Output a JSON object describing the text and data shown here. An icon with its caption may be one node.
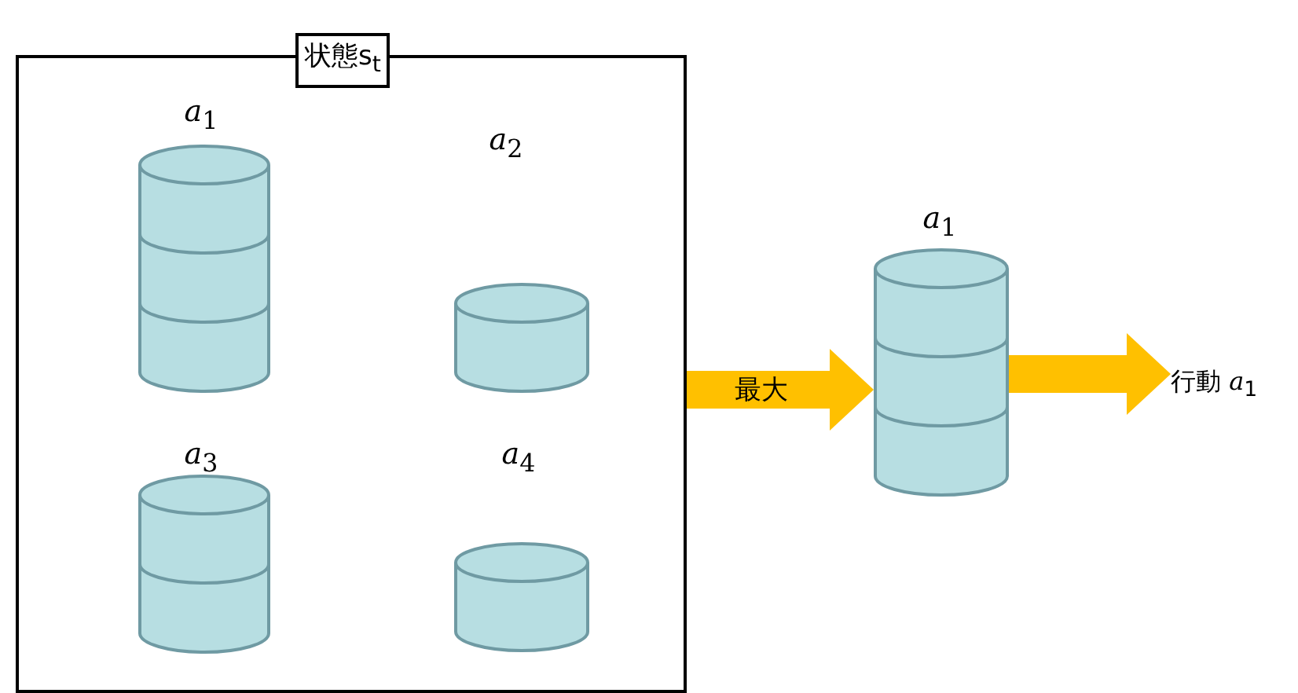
{
  "diagram": {
    "nodes": [
      {
        "text": [
          "状態s$_{t}$"
        ]
      },
      {
        "text": [],
        "shape": "cylinder",
        "in": 0,
        "beside": [
          "*a*$_{1}$"
        ]
      },
      {
        "text": [],
        "shape": "cylinder",
        "in": 0
      },
      {
        "text": [],
        "shape": "cylinder",
        "in": 0,
        "beside": [
          "*a*$_{3}$"
        ]
      },
      {
        "text": [],
        "shape": "cylinder",
        "in": 0,
        "beside": [
          "*a*$_{4}$"
        ]
      },
      {
        "text": [],
        "shape": "cylinder",
        "beside": [
          "*a*$_{1}$"
        ]
      },
      {
        "text": [
          "行動 *a*$_{1}$"
        ]
      }
    ],
    "edges": [
      {
        "from": 0,
        "to": 5,
        "arrow": "to",
        "label": "最大"
      },
      {
        "from": 5,
        "to": 6,
        "arrow": "to"
      }
    ],
    "labels": [
      "*a*$_{2}$"
    ]
  }
}
